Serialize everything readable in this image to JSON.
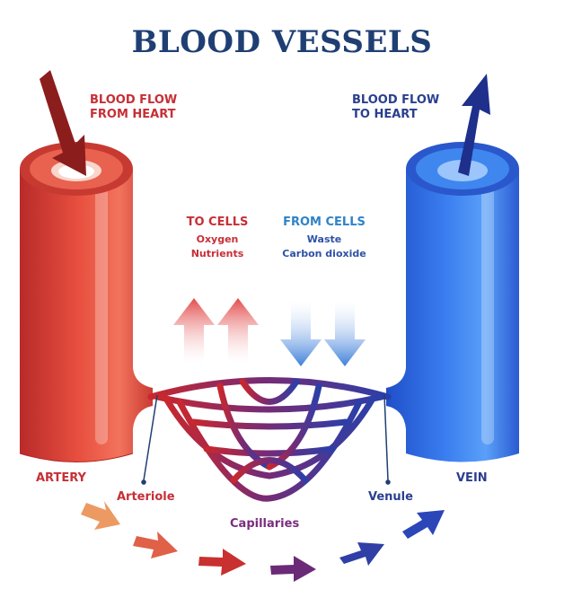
{
  "title": "BLOOD VESSELS",
  "flow_from_heart": {
    "line1": "BLOOD FLOW",
    "line2": "FROM HEART"
  },
  "flow_to_heart": {
    "line1": "BLOOD FLOW",
    "line2": "TO HEART"
  },
  "to_cells": {
    "heading": "TO CELLS",
    "item1": "Oxygen",
    "item2": "Nutrients"
  },
  "from_cells": {
    "heading": "FROM CELLS",
    "item1": "Waste",
    "item2": "Carbon dioxide"
  },
  "labels": {
    "artery": "ARTERY",
    "arteriole": "Arteriole",
    "capillaries": "Capillaries",
    "venule": "Venule",
    "vein": "VEIN"
  },
  "colors": {
    "artery": "#e2483f",
    "artery_dark": "#8c1d1d",
    "vein": "#2f6fe0",
    "vein_dark": "#1e2f8c",
    "title": "#1f3f73"
  }
}
